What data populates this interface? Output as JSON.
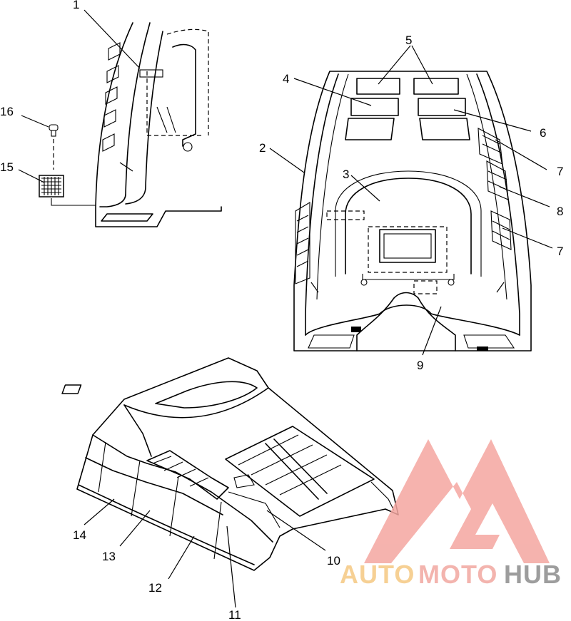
{
  "callouts": {
    "c1": "1",
    "c2": "2",
    "c3": "3",
    "c4": "4",
    "c5": "5",
    "c6": "6",
    "c7a": "7",
    "c7b": "7",
    "c8": "8",
    "c9": "9",
    "c10": "10",
    "c11": "11",
    "c12": "12",
    "c13": "13",
    "c14": "14",
    "c15": "15",
    "c16": "16"
  },
  "watermark": {
    "part_auto": "AUTO",
    "part_moto": "MOTO",
    "part_hub": "HUB",
    "color_logo": "#f4a6a0",
    "color_auto": "#f5c882",
    "color_moto": "#f2a7a0",
    "color_hub": "#8c8c8c"
  }
}
